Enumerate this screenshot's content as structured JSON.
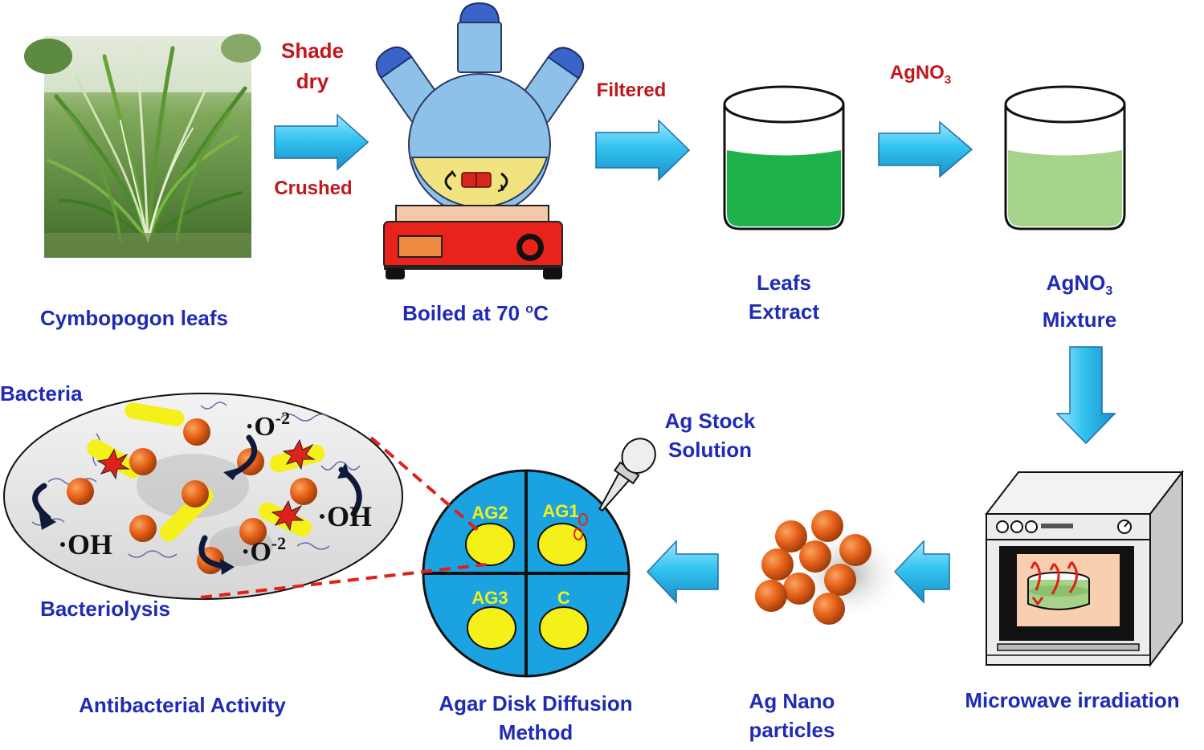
{
  "steps": {
    "leaves": "Cymbopogon leafs",
    "boiled_pre": "Boiled at 70 ",
    "boiled_sup": "o",
    "boiled_post": "C",
    "extract_l1": "Leafs",
    "extract_l2": "Extract",
    "mixture_pre": "AgNO",
    "mixture_sub": "3",
    "mixture_l2": "Mixture",
    "microwave": "Microwave irradiation",
    "nano_l1": "Ag Nano",
    "nano_l2": "particles",
    "agar_l1": "Agar Disk Diffusion",
    "agar_l2": "Method",
    "antibacterial": "Antibacterial Activity"
  },
  "arrow_labels": {
    "shade_dry_l1": "Shade",
    "shade_dry_l2": "dry",
    "crushed": "Crushed",
    "filtered": "Filtered",
    "agno3_pre": "AgNO",
    "agno3_sub": "3"
  },
  "agar": {
    "stock_l1": "Ag Stock",
    "stock_l2": "Solution",
    "q_ag2": "AG2",
    "q_ag1": "AG1",
    "q_ag3": "AG3",
    "q_c": "C"
  },
  "bacteria_panel": {
    "bacteria": "Bacteria",
    "bacteriolysis": "Bacteriolysis",
    "oh_1": "·OH",
    "oh_2": "·OH",
    "o2_1_base": "·O",
    "o2_1_sup": "-2",
    "o2_2_base": "·O",
    "o2_2_sup": "-2"
  },
  "colors": {
    "label_blue": "#1f2bb5",
    "label_red": "#c0171c",
    "arrow_cyan": "#33c3f0",
    "leaf_extract_green": "#1db34a",
    "mixture_green": "#a6d38a",
    "nanoparticle_orange": "#e8621a",
    "agar_blue": "#1aa3e0",
    "disk_yellow": "#f5ef1a"
  }
}
